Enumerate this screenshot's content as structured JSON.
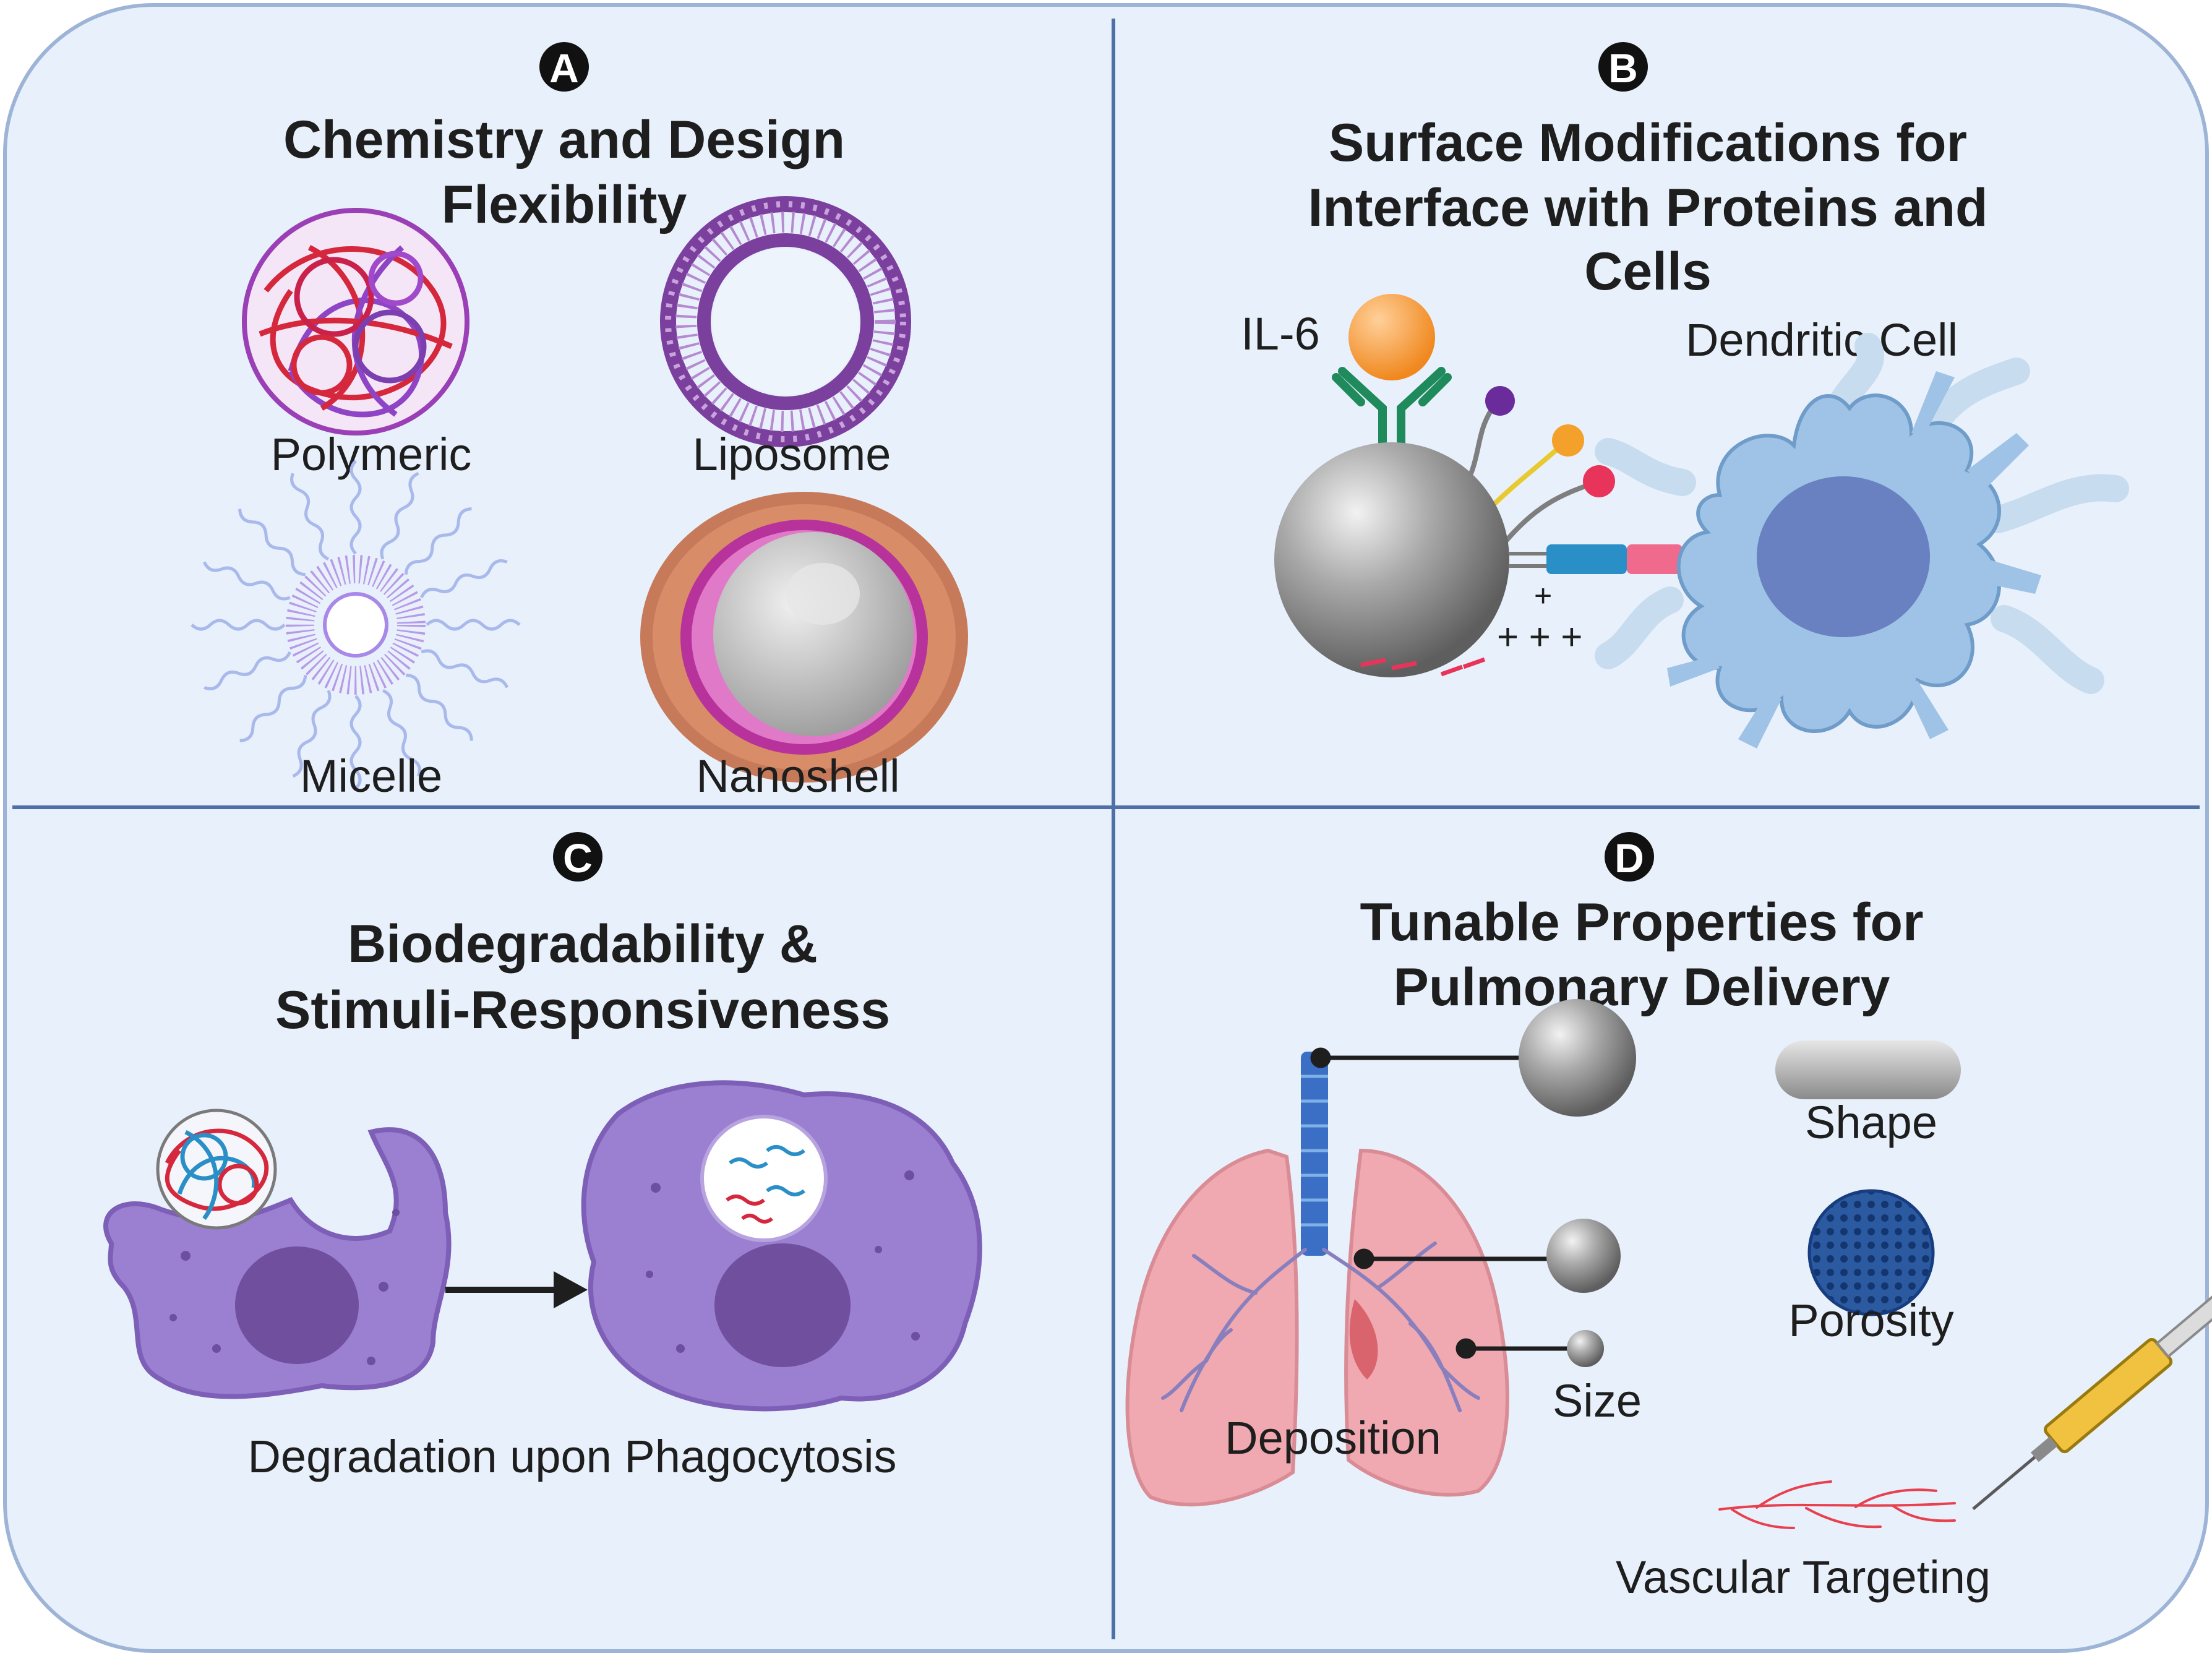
{
  "panels": {
    "a": {
      "badge": "A",
      "title_lines": [
        "Chemistry and Design",
        "Flexibility"
      ],
      "labels": {
        "polymeric": "Polymeric",
        "liposome": "Liposome",
        "micelle": "Micelle",
        "nanoshell": "Nanoshell"
      }
    },
    "b": {
      "badge": "B",
      "title_lines": [
        "Surface Modifications for",
        "Interface with Proteins and",
        "Cells"
      ],
      "labels": {
        "il6": "IL-6",
        "dendritic_cell": "Dendritic Cell"
      }
    },
    "c": {
      "badge": "C",
      "title_lines": [
        "Biodegradability &",
        "Stimuli-Responsiveness"
      ],
      "labels": {
        "caption": "Degradation upon Phagocytosis"
      }
    },
    "d": {
      "badge": "D",
      "title_lines": [
        "Tunable Properties for",
        "Pulmonary Delivery"
      ],
      "labels": {
        "shape": "Shape",
        "porosity": "Porosity",
        "size": "Size",
        "deposition": "Deposition",
        "vascular_targeting": "Vascular Targeting"
      }
    }
  },
  "colors": {
    "panel_bg": "#e8f1fb",
    "frame_line": "#4f6fa8",
    "badge": "#111111",
    "micelle": "#a889e8",
    "liposome": "#7b3f9e",
    "cell_purple": "#9b7fd0",
    "dendritic_blue": "#9ec3e6",
    "lung_pink": "#f0a9b0"
  }
}
